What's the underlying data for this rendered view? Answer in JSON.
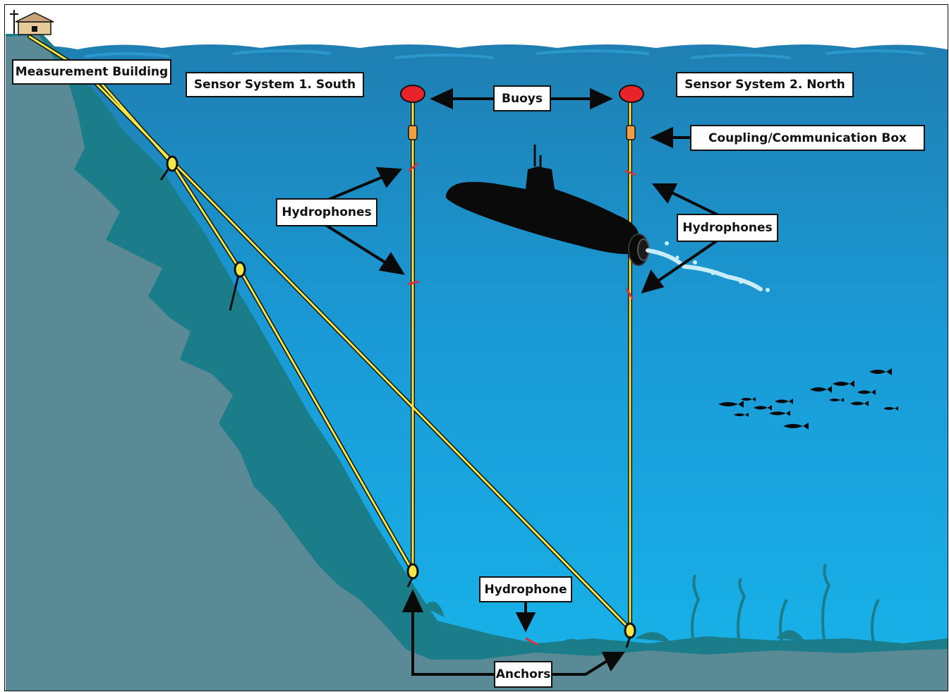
{
  "labels": {
    "measurement_building": "Measurement Building",
    "sensor_system_1": "Sensor System 1. South",
    "sensor_system_2": "Sensor System 2. North",
    "buoys": "Buoys",
    "coupling_box": "Coupling/Communication Box",
    "hydrophones_left": "Hydrophones",
    "hydrophones_right": "Hydrophones",
    "hydrophone_single": "Hydrophone",
    "anchors": "Anchors"
  },
  "colors": {
    "sky": "#ffffff",
    "water_top": "#1f7fb2",
    "water_bottom": "#1ab0e6",
    "seabed": "#5a8a96",
    "seaweed": "#1b7d8a",
    "cable": "#f2e64a",
    "buoy": "#e8232a",
    "coupling_box": "#f0a040",
    "submarine": "#0a0a0a"
  }
}
